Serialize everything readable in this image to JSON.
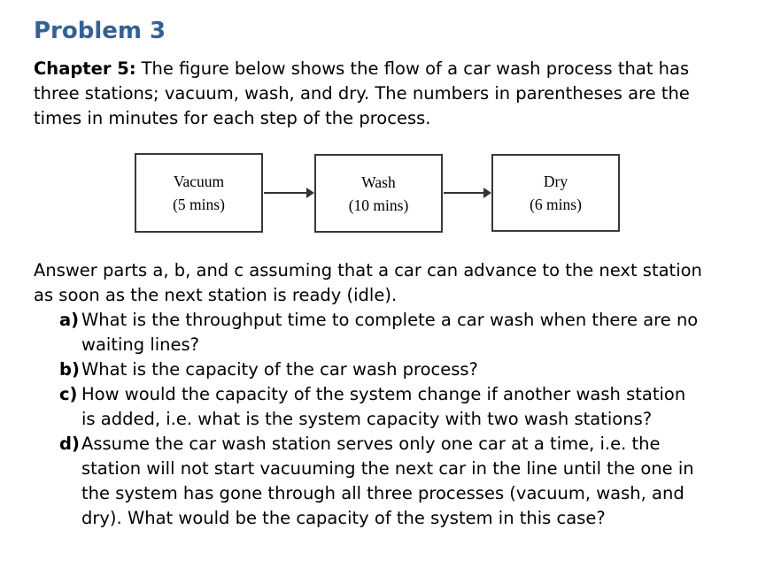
{
  "page": {
    "title": "Problem 3"
  },
  "intro": {
    "lead": "Chapter 5:",
    "text": "The figure below shows the flow of a car wash process that has\nthree stations; vacuum, wash, and dry. The numbers in parentheses are the\ntimes in minutes for each step of the process."
  },
  "diagram": {
    "type": "flow",
    "stations": [
      {
        "name": "Vacuum",
        "time": "(5 mins)"
      },
      {
        "name": "Wash",
        "time": "(10 mins)"
      },
      {
        "name": "Dry",
        "time": "(6 mins)"
      }
    ]
  },
  "answers": {
    "note": "Answer parts a, b, and c assuming that a car can advance to the next station\nas soon as the next station is ready (idle).",
    "questions": [
      {
        "marker": "a)",
        "text": "What is the throughput time to complete a car wash when there are no\nwaiting lines?"
      },
      {
        "marker": "b)",
        "text": "What is the capacity of the car wash process?"
      },
      {
        "marker": "c)",
        "text": "How would the capacity of the system change if another wash station\nis added, i.e. what is the system capacity with two wash stations?"
      },
      {
        "marker": "d)",
        "text": "Assume the car wash station serves only one car at a time, i.e. the\nstation will not start vacuuming the next car in the line until the one in\nthe system has gone through all three processes (vacuum, wash, and\ndry). What would be the capacity of the system in this case?"
      }
    ]
  },
  "colors": {
    "title": "#336193",
    "text": "#000000",
    "box_border": "#383838",
    "arrow": "#333333",
    "background": "#ffffff"
  }
}
